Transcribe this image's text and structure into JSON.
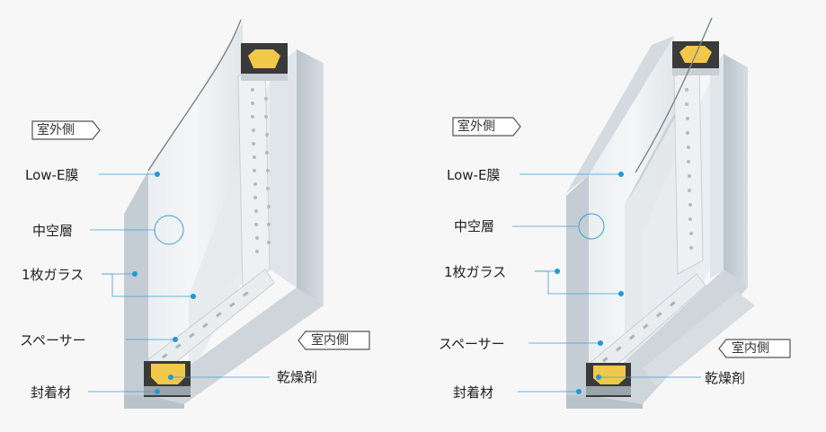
{
  "diagrams": [
    {
      "side_outdoor": "室外側",
      "side_indoor": "室内側",
      "labels": {
        "low_e": "Low-E膜",
        "air_layer": "中空層",
        "single_glass": "1枚ガラス",
        "spacer": "スペーサー",
        "sealant": "封着材",
        "desiccant": "乾燥剤"
      }
    },
    {
      "side_outdoor": "室外側",
      "side_indoor": "室内側",
      "labels": {
        "low_e": "Low-E膜",
        "air_layer": "中空層",
        "single_glass": "1枚ガラス",
        "spacer": "スペーサー",
        "sealant": "封着材",
        "desiccant": "乾燥剤"
      }
    }
  ],
  "colors": {
    "leader_line": "#3aa0d8",
    "dot": "#1e9ad6",
    "desiccant": "#f2c84b",
    "sealant": "#3a3a3a",
    "glass_edge": "#c9d2d8",
    "tag_border": "#555555"
  }
}
